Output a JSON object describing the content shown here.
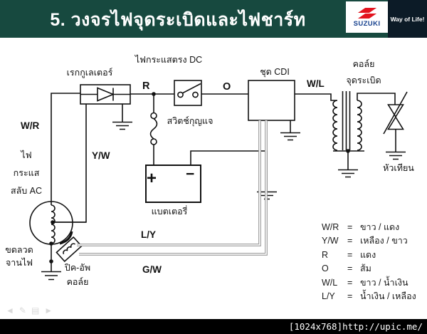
{
  "header": {
    "title": "5. วงจรไฟจุดระเบิดและไฟชาร์ท",
    "brand": {
      "logo_text": "SUZUKI",
      "tagline": "Way of Life!"
    },
    "colors": {
      "header_bg": "#17493f",
      "suzuki_red": "#e3131e",
      "suzuki_blue": "#16418e",
      "tagline_bg": "#0c1b27"
    }
  },
  "diagram": {
    "labels": {
      "dc_current": "ไฟกระแสตรง DC",
      "regulator": "เรกกูเลเตอร์",
      "key_switch": "สวิตช์กุญแจ",
      "cdi_unit": "ชุด CDI",
      "ignition_coil_line1": "คอล์ย",
      "ignition_coil_line2": "จุดระเบิด",
      "spark_plug": "หัวเทียน",
      "battery": "แบตเตอรี่",
      "battery_plus": "+",
      "battery_minus": "−",
      "ac_current_line1": "ไฟ",
      "ac_current_line2": "กระแส",
      "ac_current_line3": "สลับ AC",
      "stator_line1": "ขดลวด",
      "stator_line2": "จานไฟ",
      "pickup_line1": "ปิค-อัพ",
      "pickup_line2": "คอล์ย"
    },
    "wire_labels": {
      "wr": "W/R",
      "yw": "Y/W",
      "r": "R",
      "o": "O",
      "wl": "W/L",
      "ly": "L/Y",
      "gw": "G/W"
    },
    "colors": {
      "wire": "#121212",
      "trigger_wire_gray": "#9a9a9a"
    }
  },
  "legend": {
    "eq": "=",
    "rows": [
      {
        "code": "W/R",
        "name": "ขาว / แดง"
      },
      {
        "code": "Y/W",
        "name": "เหลือง / ขาว"
      },
      {
        "code": "R",
        "name": "แดง"
      },
      {
        "code": "O",
        "name": "ส้ม"
      },
      {
        "code": "W/L",
        "name": "ขาว / น้ำเงิน"
      },
      {
        "code": "L/Y",
        "name": "น้ำเงิน / เหลือง"
      }
    ]
  },
  "nav": {
    "icons": [
      "◄",
      "✎",
      "▤",
      "►"
    ]
  },
  "footer": {
    "resolution_text": "[1024x768]http://upic.me/"
  }
}
